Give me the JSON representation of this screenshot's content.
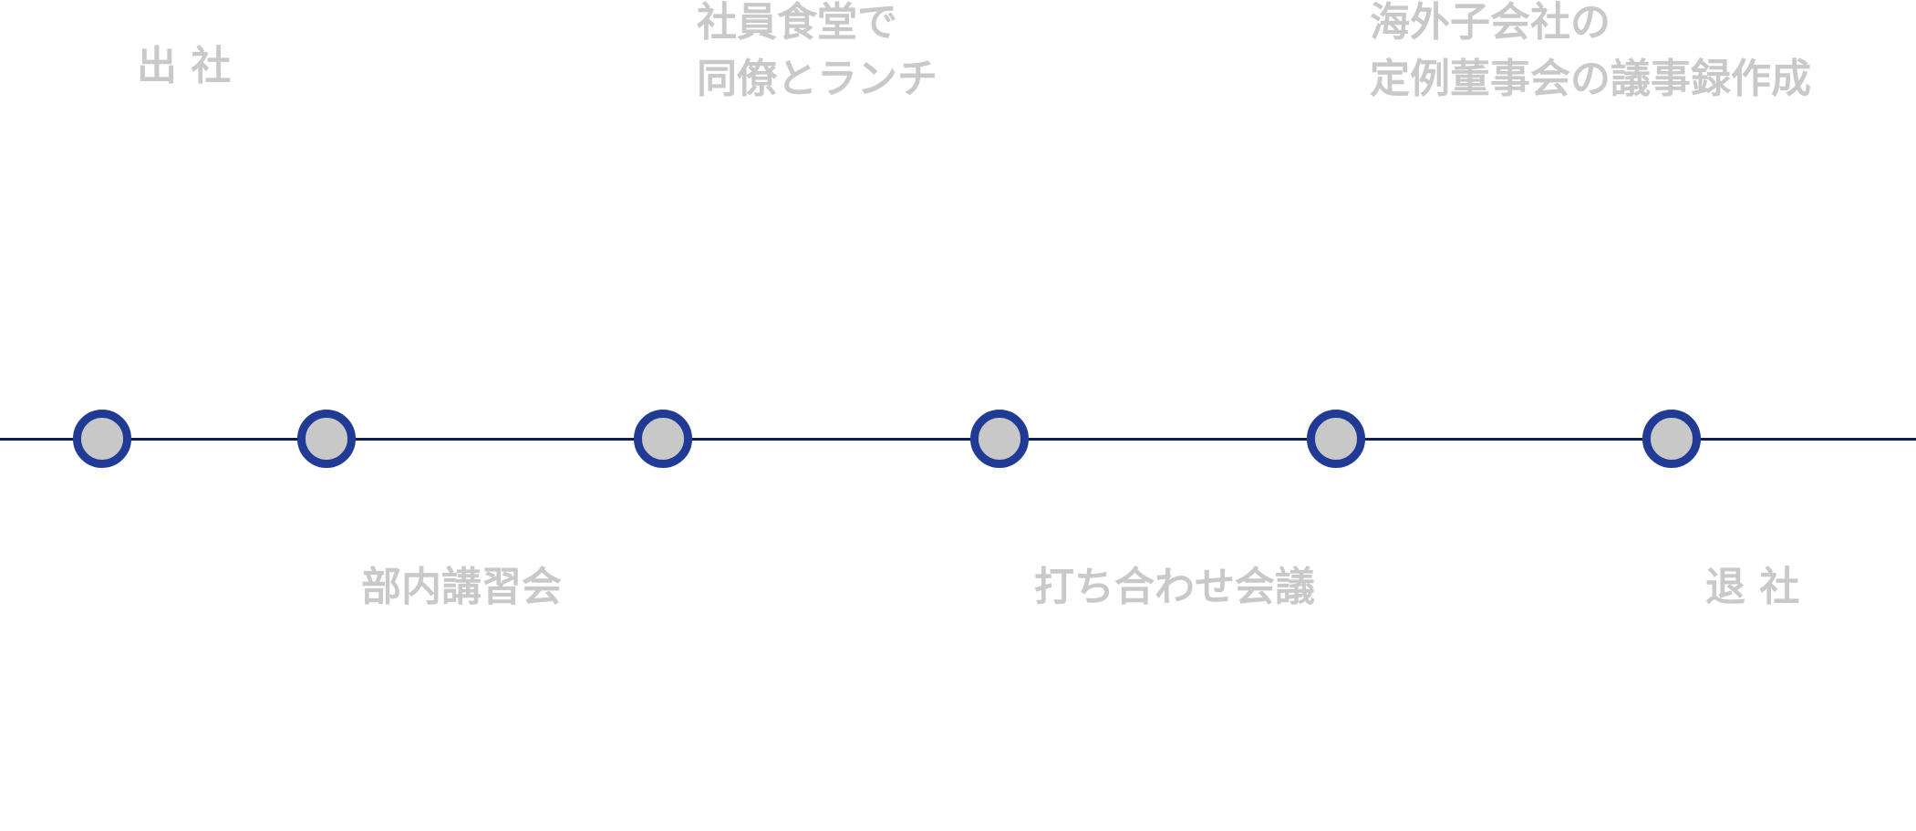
{
  "colors": {
    "line": "#0f1f4d",
    "node_ring": "#203a96",
    "node_fill": "#c8c8c8",
    "label_text": "#c9c9c9"
  },
  "timeline": {
    "events": [
      {
        "label": "出 社"
      },
      {
        "label": "部内講習会"
      },
      {
        "label": "社員食堂で\n同僚とランチ"
      },
      {
        "label": "打ち合わせ会議"
      },
      {
        "label": "海外子会社の\n定例董事会の議事録作成"
      },
      {
        "label": "退 社"
      }
    ]
  }
}
